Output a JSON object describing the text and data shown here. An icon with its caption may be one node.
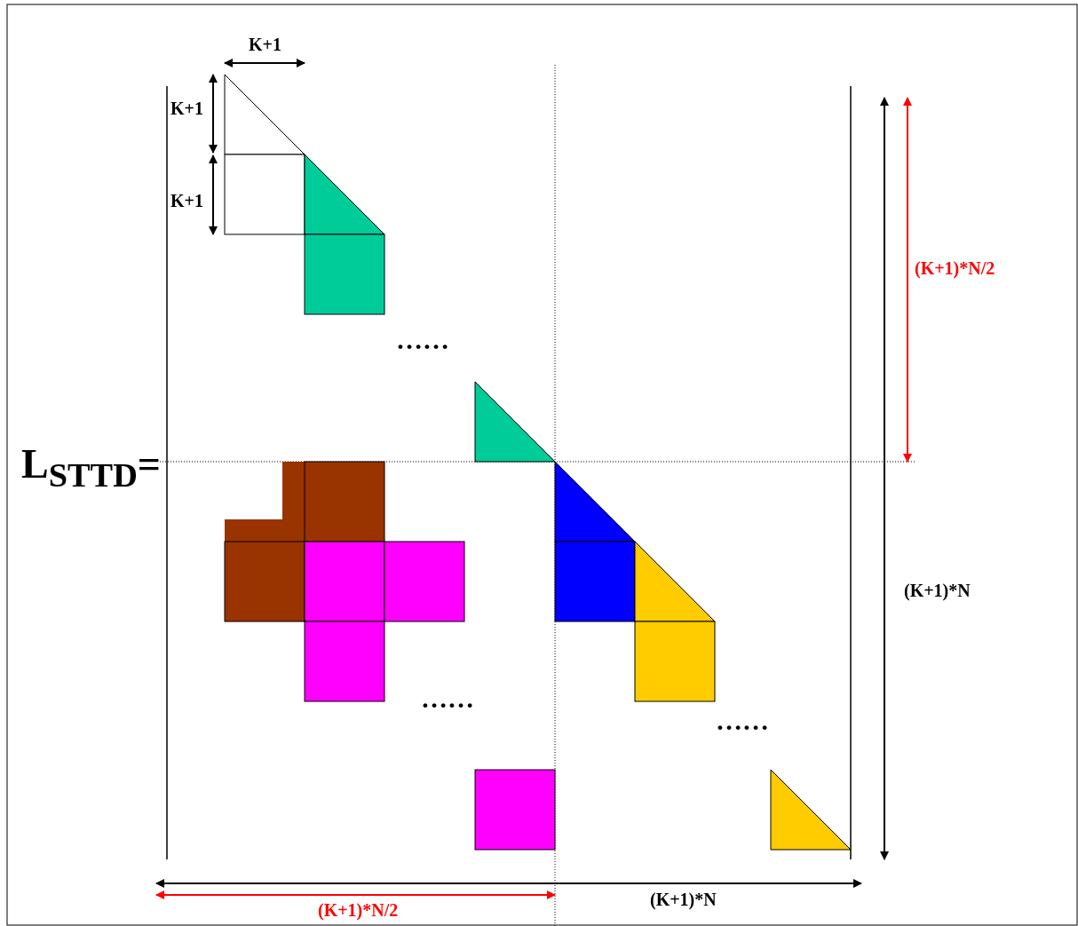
{
  "diagram": {
    "labels": [
      "K+1",
      "K+1",
      "K+1",
      "(K+1)*N/2",
      "……",
      "L$_{STTD}$=",
      "(K+1)*N",
      "……",
      "……",
      "(K+1)*N",
      "(K+1)*N/2"
    ]
  }
}
